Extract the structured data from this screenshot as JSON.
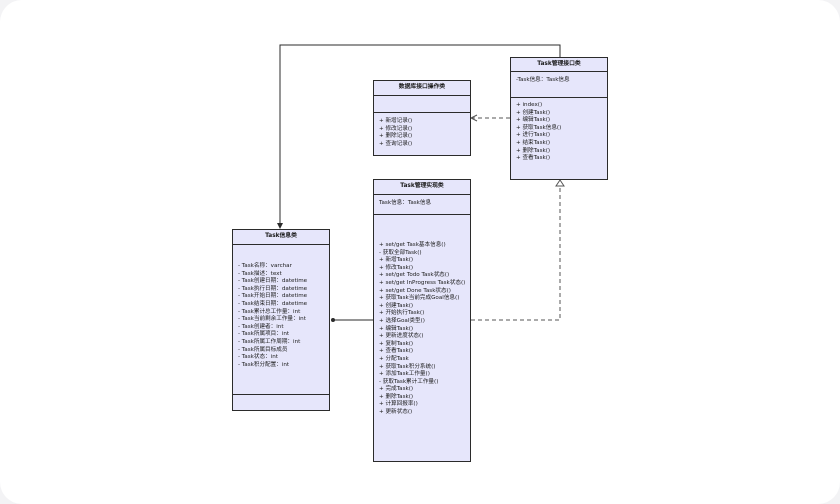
{
  "diagram": {
    "classes": {
      "interface": {
        "title": "Task管理接口类",
        "attributes": [
          "-Task信息：Task信息"
        ],
        "methods": [
          "+ index()",
          "+ 创建Task()",
          "+ 编辑Task()",
          "+ 获取Task信息()",
          "+ 进行Task()",
          "+ 结束Task()",
          "+ 删除Task()",
          "+ 查看Task()"
        ]
      },
      "db": {
        "title": "数据库接口操作类",
        "attributes": [],
        "methods": [
          "+ 新增记录()",
          "+ 修改记录()",
          "+ 删除记录()",
          "+ 查询记录()"
        ]
      },
      "impl": {
        "title": "Task管理实现类",
        "attributes": [
          "Task信息：Task信息"
        ],
        "methods": [
          "+ set/get Task基本信息()",
          "- 获取全部Task()",
          "+ 新增Task()",
          "+ 修改Task()",
          "+ set/get Todo Task状态()",
          "+ set/get InProgress Task状态()",
          "+ set/get Done Task状态()",
          "+ 获取Task当前完成Goal信息()",
          "+ 创建Task()",
          "+ 开始执行Task()",
          "+ 选择Goal类型()",
          "+ 编辑Task()",
          "+ 更新进度状态()",
          "+ 复制Task()",
          "+ 查看Task()",
          "+ 分配Task",
          "+ 获取Task积分系统()",
          "+ 添加Task工作量()",
          "- 获取Task累计工作量()",
          "+ 完成Task()",
          "+ 删除Task()",
          "+ 计算回报率()",
          "+ 更新状态()"
        ]
      },
      "info": {
        "title": "Task信息类",
        "attributes": [
          "- Task名称：varchar",
          "- Task描述：text",
          "- Task创建日期：datetime",
          "- Task执行日期：datetime",
          "- Task开始日期：datetime",
          "- Task结束日期：datetime",
          "- Task累计总工作量：int",
          "- Task当前剩余工作量：int",
          "- Task创建者：int",
          "- Task所属项目：int",
          "- Task所属工作周期：int",
          "- Task所属目标成员",
          "- Task状态：int",
          "- Task积分配置：int"
        ],
        "methods": []
      }
    }
  }
}
